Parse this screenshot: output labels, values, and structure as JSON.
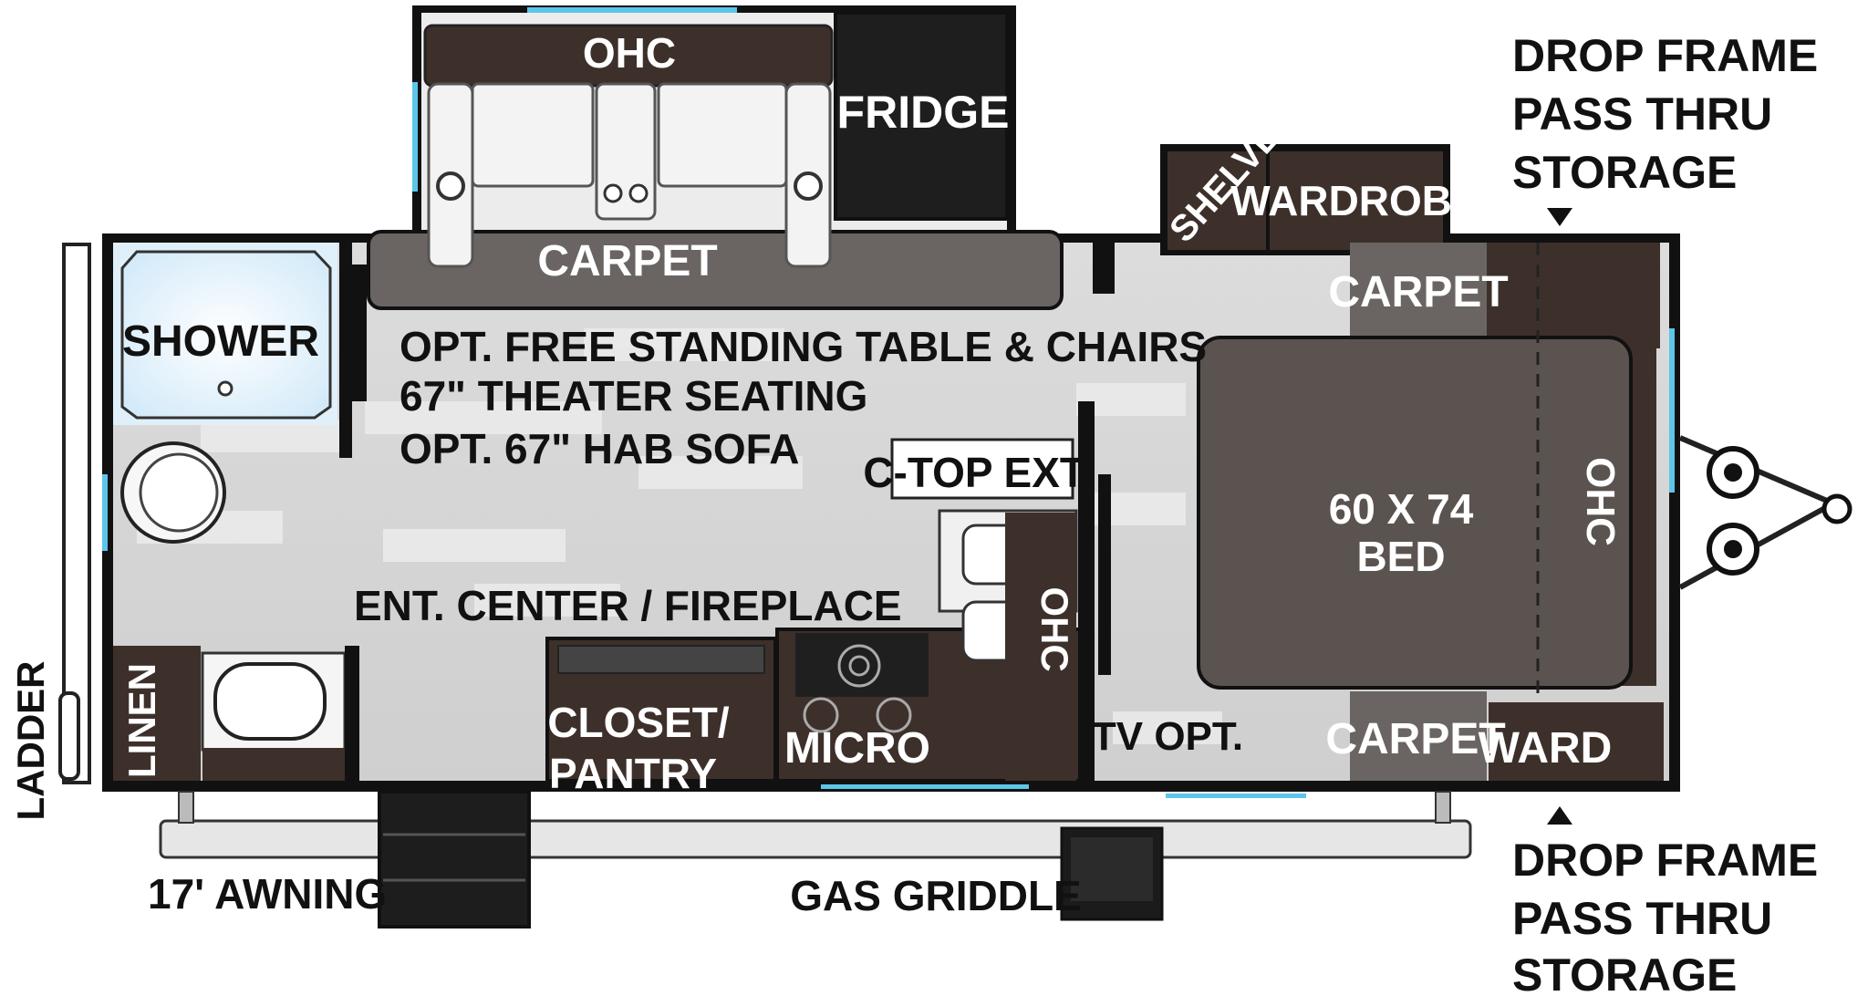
{
  "labels": {
    "ohc_top": "OHC",
    "fridge": "FRIDGE",
    "carpet_slide": "CARPET",
    "drop_frame_top": [
      "DROP FRAME",
      "PASS THRU",
      "STORAGE"
    ],
    "shelves": "SHELVES",
    "wardrobe": "WARDROBE",
    "shower": "SHOWER",
    "seating": [
      "OPT. FREE STANDING TABLE & CHAIRS",
      "67\" THEATER SEATING",
      "OPT. 67\" HAB SOFA"
    ],
    "carpet_bed_top": "CARPET",
    "ctop_ext": "C-TOP EXT.",
    "bed": [
      "60 X 74",
      "BED"
    ],
    "ohc_bed": "OHC",
    "ent_center": "ENT. CENTER / FIREPLACE",
    "ohc_kitchen": "OHC",
    "closet": [
      "CLOSET/",
      "PANTRY"
    ],
    "micro": "MICRO",
    "tv_opt": "TV OPT.",
    "carpet_bed_bottom": "CARPET",
    "ward": "WARD",
    "linen": "LINEN",
    "ladder": "LADDER",
    "awning": "17'  AWNING",
    "gas_griddle": "GAS GRIDDLE",
    "drop_frame_bottom": [
      "DROP FRAME",
      "PASS THRU",
      "STORAGE"
    ]
  },
  "colors": {
    "dark_cabinet": "#3d302b",
    "carpet": "#6a6563",
    "floor_light": "#e3e3e3",
    "wall": "#111111",
    "window": "#5bc6ea",
    "shower_fill": "#dff0fb"
  }
}
